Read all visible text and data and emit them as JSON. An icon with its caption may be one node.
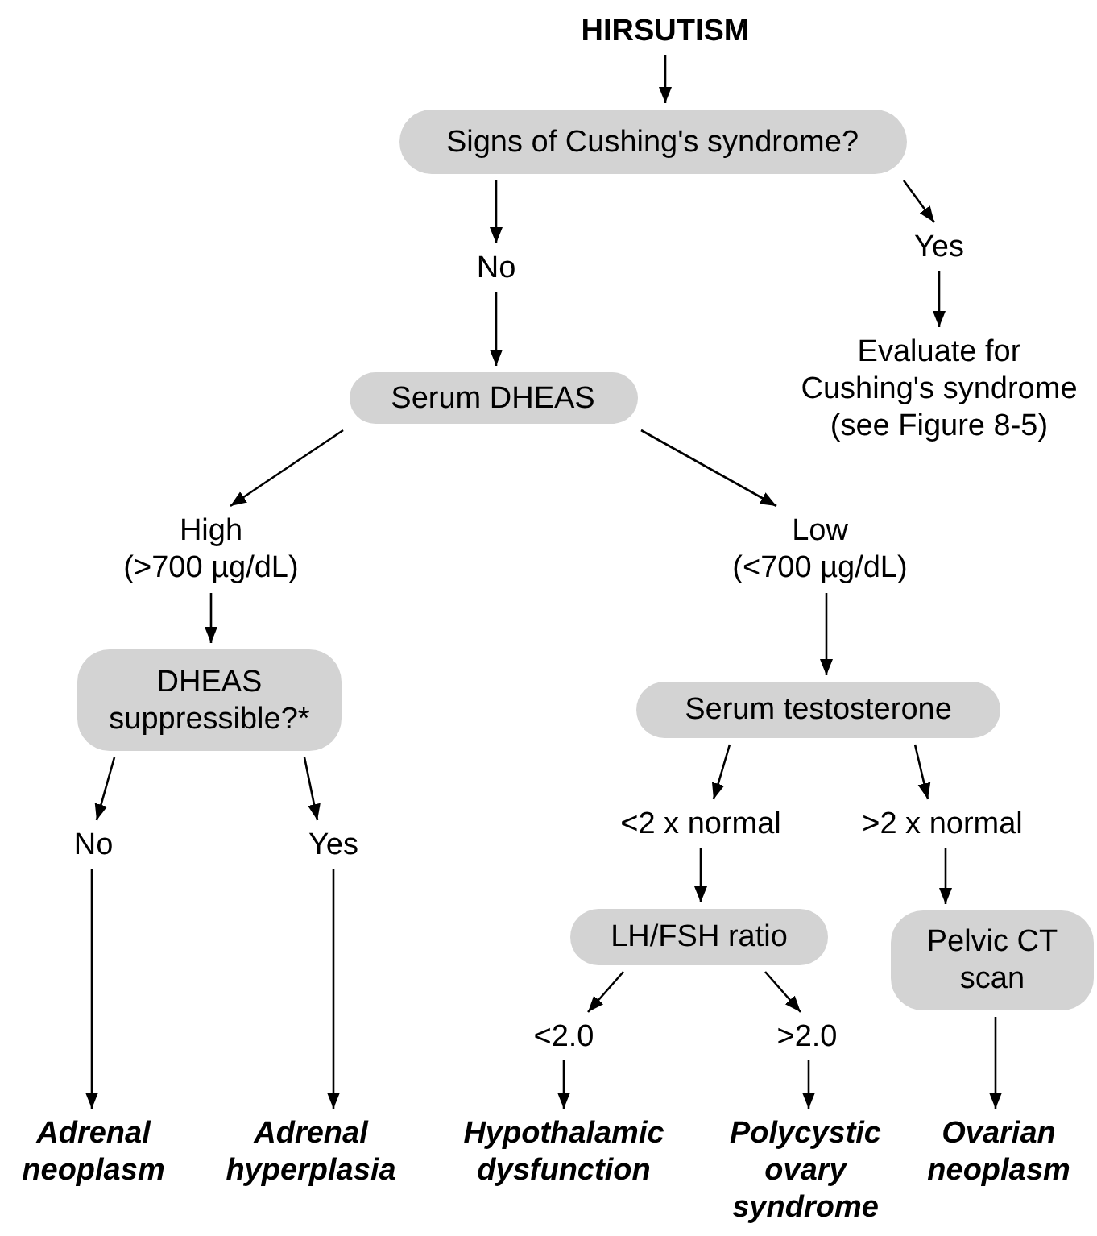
{
  "diagram": {
    "nodes": [
      {
        "text": [
          "HIRSUTISM"
        ]
      },
      {
        "text": [
          "Signs of Cushing's syndrome?"
        ]
      },
      {
        "text": [
          "No"
        ]
      },
      {
        "text": [
          "Yes"
        ]
      },
      {
        "text": [
          "Evaluate for Cushing's syndrome (see Figure 8-5)"
        ]
      },
      {
        "text": [
          "Serum DHEAS"
        ]
      },
      {
        "text": [
          "High",
          "(>700 µg/dL)"
        ]
      },
      {
        "text": [
          "Low",
          "(<700 µg/dL)"
        ]
      },
      {
        "text": [
          "DHEAS suppressible?*"
        ]
      },
      {
        "text": [
          "Serum testosterone"
        ]
      },
      {
        "text": [
          "No"
        ]
      },
      {
        "text": [
          "Yes"
        ]
      },
      {
        "text": [
          "<2 x normal"
        ]
      },
      {
        "text": [
          ">2 x normal"
        ]
      },
      {
        "text": [
          "LH/FSH ratio"
        ]
      },
      {
        "text": [
          "Pelvic CT scan"
        ]
      },
      {
        "text": [
          "<2.0"
        ]
      },
      {
        "text": [
          ">2.0"
        ]
      },
      {
        "text": [
          "Adrenal neoplasm"
        ]
      },
      {
        "text": [
          "Adrenal hyperplasia"
        ]
      },
      {
        "text": [
          "Hypothalamic dysfunction"
        ]
      },
      {
        "text": [
          "Polycystic ovary syndrome"
        ]
      },
      {
        "text": [
          "Ovarian neoplasm"
        ]
      }
    ],
    "edges": [
      {
        "from": 0,
        "to": 1,
        "arrow": "to"
      },
      {
        "from": 1,
        "to": 2,
        "arrow": "to"
      },
      {
        "from": 1,
        "to": 3,
        "arrow": "to"
      },
      {
        "from": 3,
        "to": 4,
        "arrow": "to"
      },
      {
        "from": 2,
        "to": 5,
        "arrow": "to"
      },
      {
        "from": 5,
        "to": 6,
        "arrow": "to"
      },
      {
        "from": 5,
        "to": 7,
        "arrow": "to"
      },
      {
        "from": 6,
        "to": 8,
        "arrow": "to"
      },
      {
        "from": 7,
        "to": 9,
        "arrow": "to"
      },
      {
        "from": 8,
        "to": 10,
        "arrow": "to"
      },
      {
        "from": 8,
        "to": 11,
        "arrow": "to"
      },
      {
        "from": 9,
        "to": 12,
        "arrow": "to"
      },
      {
        "from": 9,
        "to": 13,
        "arrow": "to"
      },
      {
        "from": 12,
        "to": 14,
        "arrow": "to"
      },
      {
        "from": 13,
        "to": 15,
        "arrow": "to"
      },
      {
        "from": 14,
        "to": 16,
        "arrow": "to"
      },
      {
        "from": 14,
        "to": 17,
        "arrow": "to"
      },
      {
        "from": 10,
        "to": 18,
        "arrow": "to"
      },
      {
        "from": 11,
        "to": 19,
        "arrow": "to"
      },
      {
        "from": 16,
        "to": 20,
        "arrow": "to"
      },
      {
        "from": 17,
        "to": 21,
        "arrow": "to"
      },
      {
        "from": 15,
        "to": 22,
        "arrow": "to"
      }
    ]
  }
}
